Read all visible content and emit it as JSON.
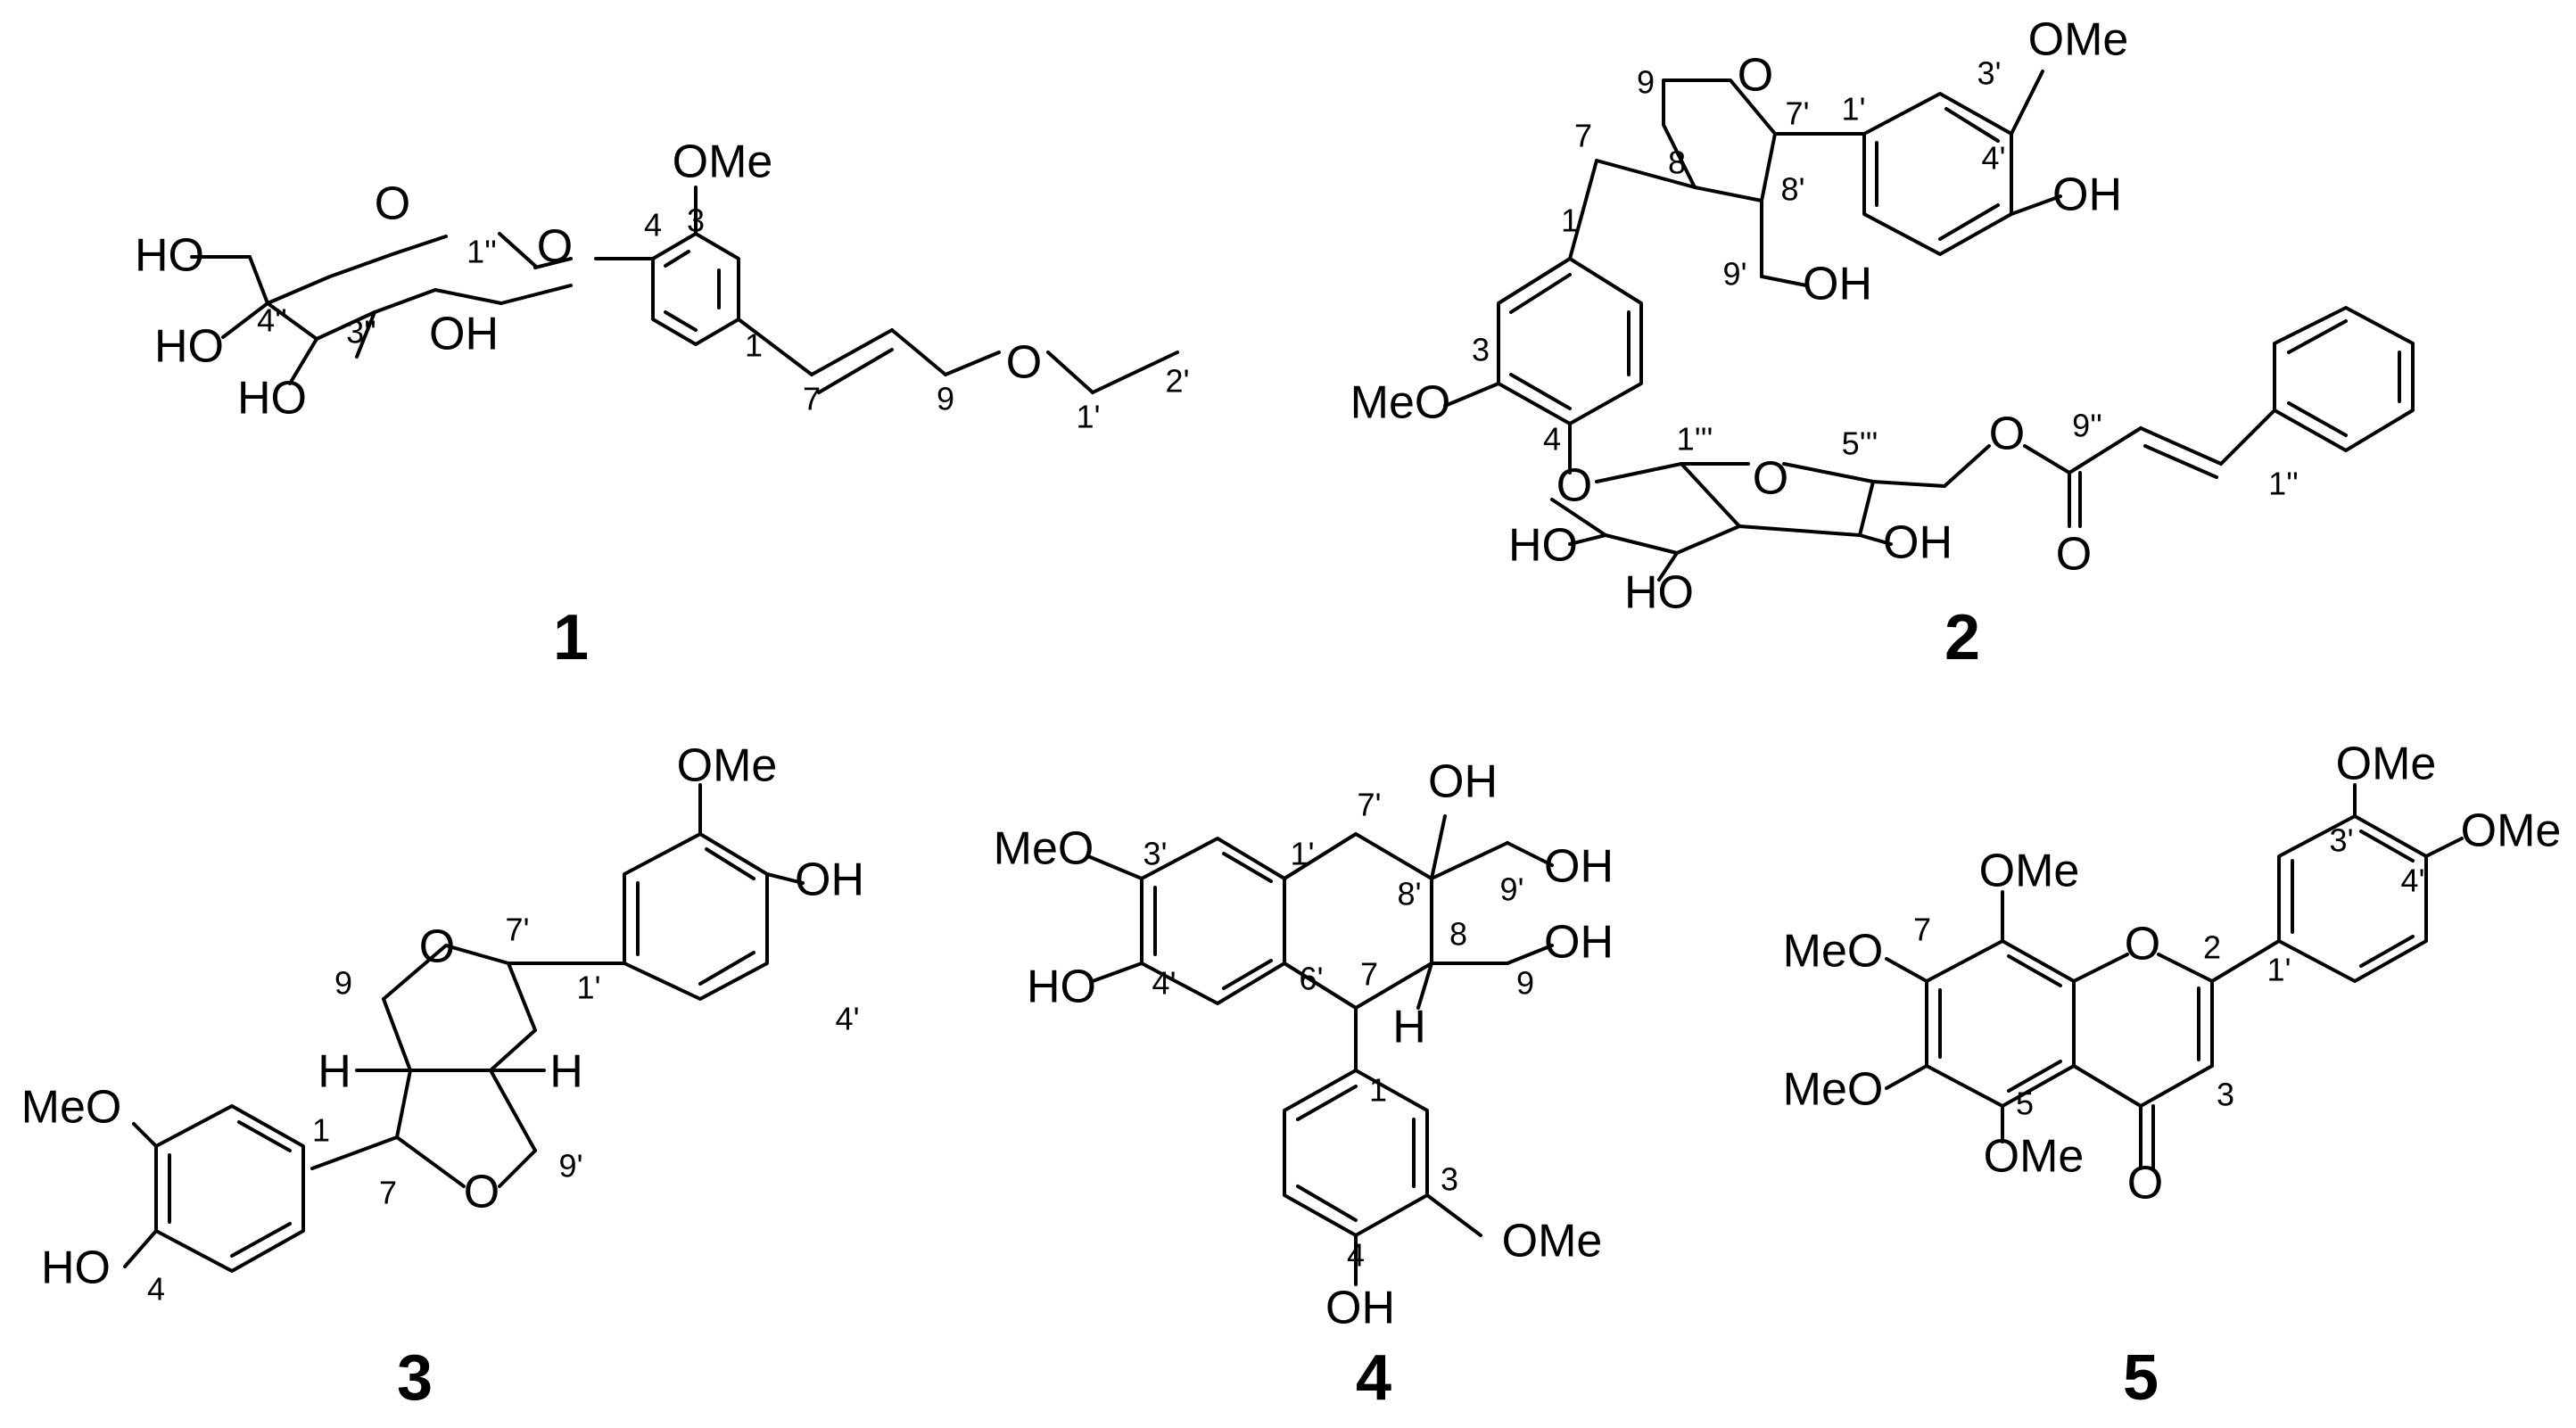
{
  "compounds": [
    {
      "id": "1",
      "atom_labels": [
        "OMe",
        "O",
        "O",
        "HO",
        "HO",
        "OH",
        "HO",
        "O"
      ],
      "locants": [
        "3",
        "4",
        "1''",
        "4''",
        "3''",
        "1",
        "7",
        "9",
        "1'",
        "2'"
      ]
    },
    {
      "id": "2",
      "atom_labels": [
        "OMe",
        "OH",
        "O",
        "OH",
        "MeO",
        "O",
        "O",
        "HO",
        "HO",
        "OH",
        "O",
        "O"
      ],
      "locants": [
        "9",
        "7'",
        "1'",
        "3'",
        "4'",
        "7",
        "8",
        "8'",
        "9'",
        "1",
        "3",
        "4",
        "1'''",
        "5'''",
        "9''",
        "1''"
      ]
    },
    {
      "id": "3",
      "atom_labels": [
        "OMe",
        "OH",
        "O",
        "O",
        "H",
        "H",
        "MeO",
        "HO"
      ],
      "locants": [
        "9",
        "7'",
        "1'",
        "4'",
        "1",
        "7",
        "9'",
        "4"
      ]
    },
    {
      "id": "4",
      "atom_labels": [
        "OH",
        "OH",
        "OH",
        "H",
        "MeO",
        "HO",
        "OMe",
        "OH"
      ],
      "locants": [
        "7'",
        "3'",
        "1'",
        "8'",
        "9'",
        "8",
        "4'",
        "6'",
        "7",
        "9",
        "1",
        "3",
        "4"
      ]
    },
    {
      "id": "5",
      "atom_labels": [
        "OMe",
        "OMe",
        "OMe",
        "MeO",
        "O",
        "MeO",
        "OMe",
        "O"
      ],
      "locants": [
        "3'",
        "4'",
        "7",
        "2",
        "1'",
        "3",
        "5"
      ]
    }
  ]
}
